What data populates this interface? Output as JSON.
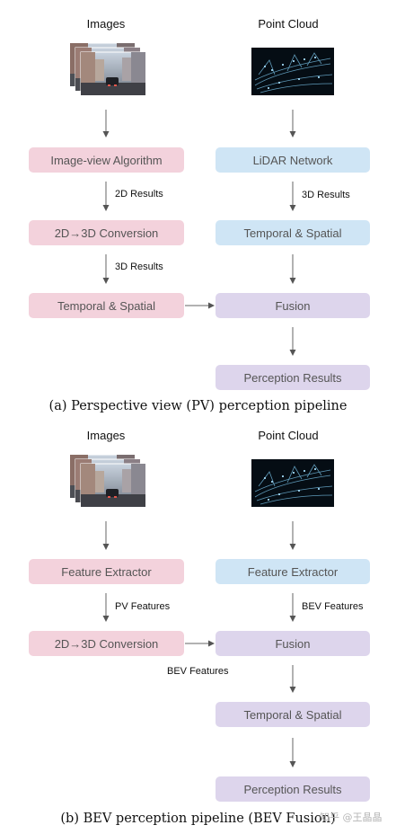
{
  "pv": {
    "images_label": "Images",
    "pointcloud_label": "Point Cloud",
    "image_view_algorithm": "Image-view Algorithm",
    "lidar_network": "LiDAR Network",
    "results_2d": "2D Results",
    "results_3d_right": "3D Results",
    "conversion": "2D→3D Conversion",
    "temporal_spatial_right": "Temporal & Spatial",
    "results_3d_left": "3D Results",
    "temporal_spatial_left": "Temporal & Spatial",
    "fusion": "Fusion",
    "perception_results": "Perception Results",
    "caption": "(a) Perspective view (PV) perception pipeline"
  },
  "bev": {
    "images_label": "Images",
    "pointcloud_label": "Point Cloud",
    "feature_extractor_left": "Feature Extractor",
    "feature_extractor_right": "Feature Extractor",
    "pv_features": "PV Features",
    "bev_features_right": "BEV Features",
    "conversion": "2D→3D Conversion",
    "fusion": "Fusion",
    "bev_features_below": "BEV Features",
    "temporal_spatial": "Temporal & Spatial",
    "perception_results": "Perception Results",
    "caption": "(b) BEV perception pipeline (BEV Fusion)"
  },
  "watermark": "知乎 @王晶晶",
  "colors": {
    "image_branch_box": "#f3d2dc",
    "lidar_branch_box": "#cfe5f5",
    "fusion_box": "#ddd5ec"
  }
}
